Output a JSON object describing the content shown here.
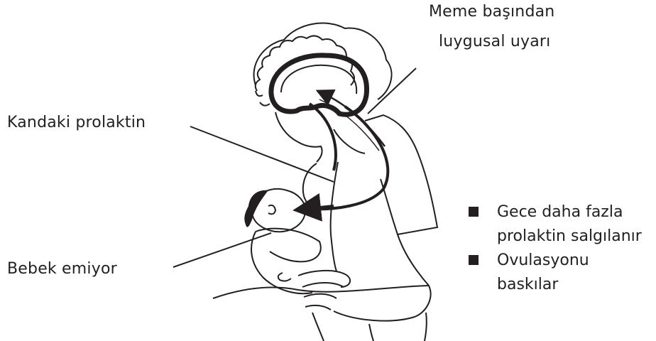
{
  "labels": {
    "nipple_stimulus_line1": "Meme başından",
    "nipple_stimulus_line2": "luygusal uyarı",
    "blood_prolactin": "Kandaki prolaktin",
    "baby_suckling": "Bebek emiyor"
  },
  "effects": [
    {
      "line1": "Gece daha fazla",
      "line2": "prolaktin salgılanır"
    },
    {
      "line1": "Ovulasyonu",
      "line2": "baskılar"
    }
  ],
  "colors": {
    "ink": "#231f20",
    "background": "#ffffff"
  }
}
